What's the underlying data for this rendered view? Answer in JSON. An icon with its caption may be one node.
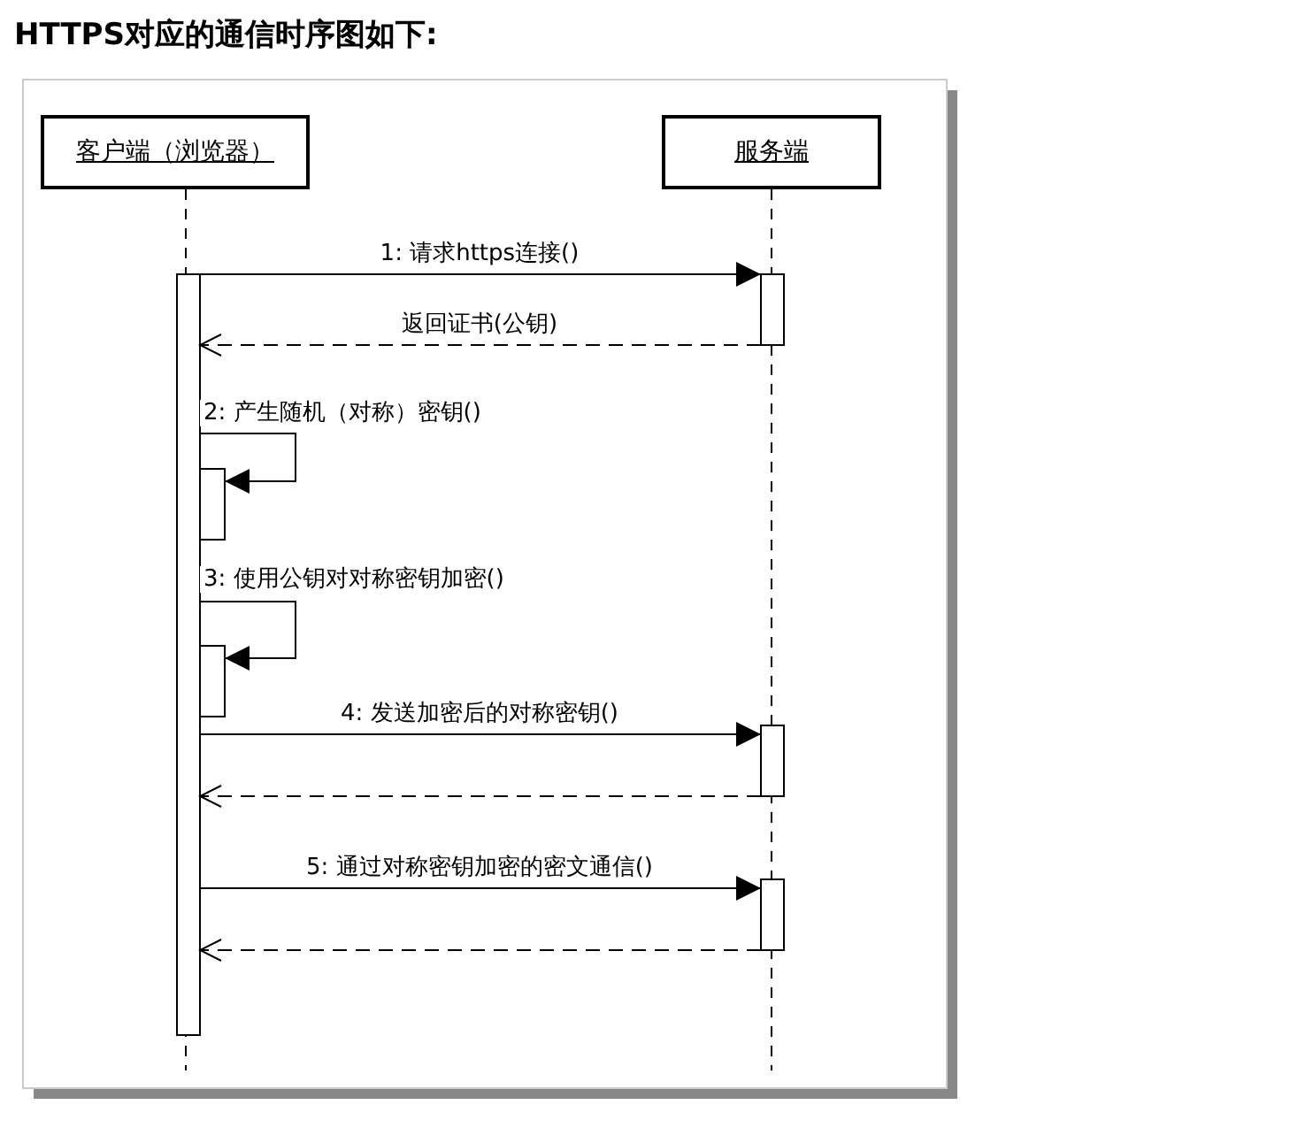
{
  "diagram": {
    "title": "HTTPS对应的通信时序图如下:",
    "nodes": [
      {
        "text": [
          "客户端（浏览器）"
        ]
      },
      {
        "text": [
          "服务端"
        ]
      }
    ],
    "edges": [
      {
        "from": 0,
        "to": 1,
        "arrow": "to",
        "label": "1: 请求https连接()"
      },
      {
        "from": 1,
        "to": 0,
        "arrow": "to",
        "style": "dashed",
        "label": "返回证书(公钥)"
      },
      {
        "from": 0,
        "to": 0,
        "arrow": "to",
        "label": "2: 产生随机（对称）密钥()"
      },
      {
        "from": 0,
        "to": 0,
        "arrow": "to",
        "label": "3: 使用公钥对对称密钥加密()"
      },
      {
        "from": 0,
        "to": 1,
        "arrow": "to",
        "label": "4: 发送加密后的对称密钥()"
      },
      {
        "from": 1,
        "to": 0,
        "arrow": "to",
        "style": "dashed"
      },
      {
        "from": 0,
        "to": 1,
        "arrow": "to",
        "label": "5: 通过对称密钥加密的密文通信()"
      },
      {
        "from": 1,
        "to": 0,
        "arrow": "to",
        "style": "dashed"
      }
    ]
  }
}
